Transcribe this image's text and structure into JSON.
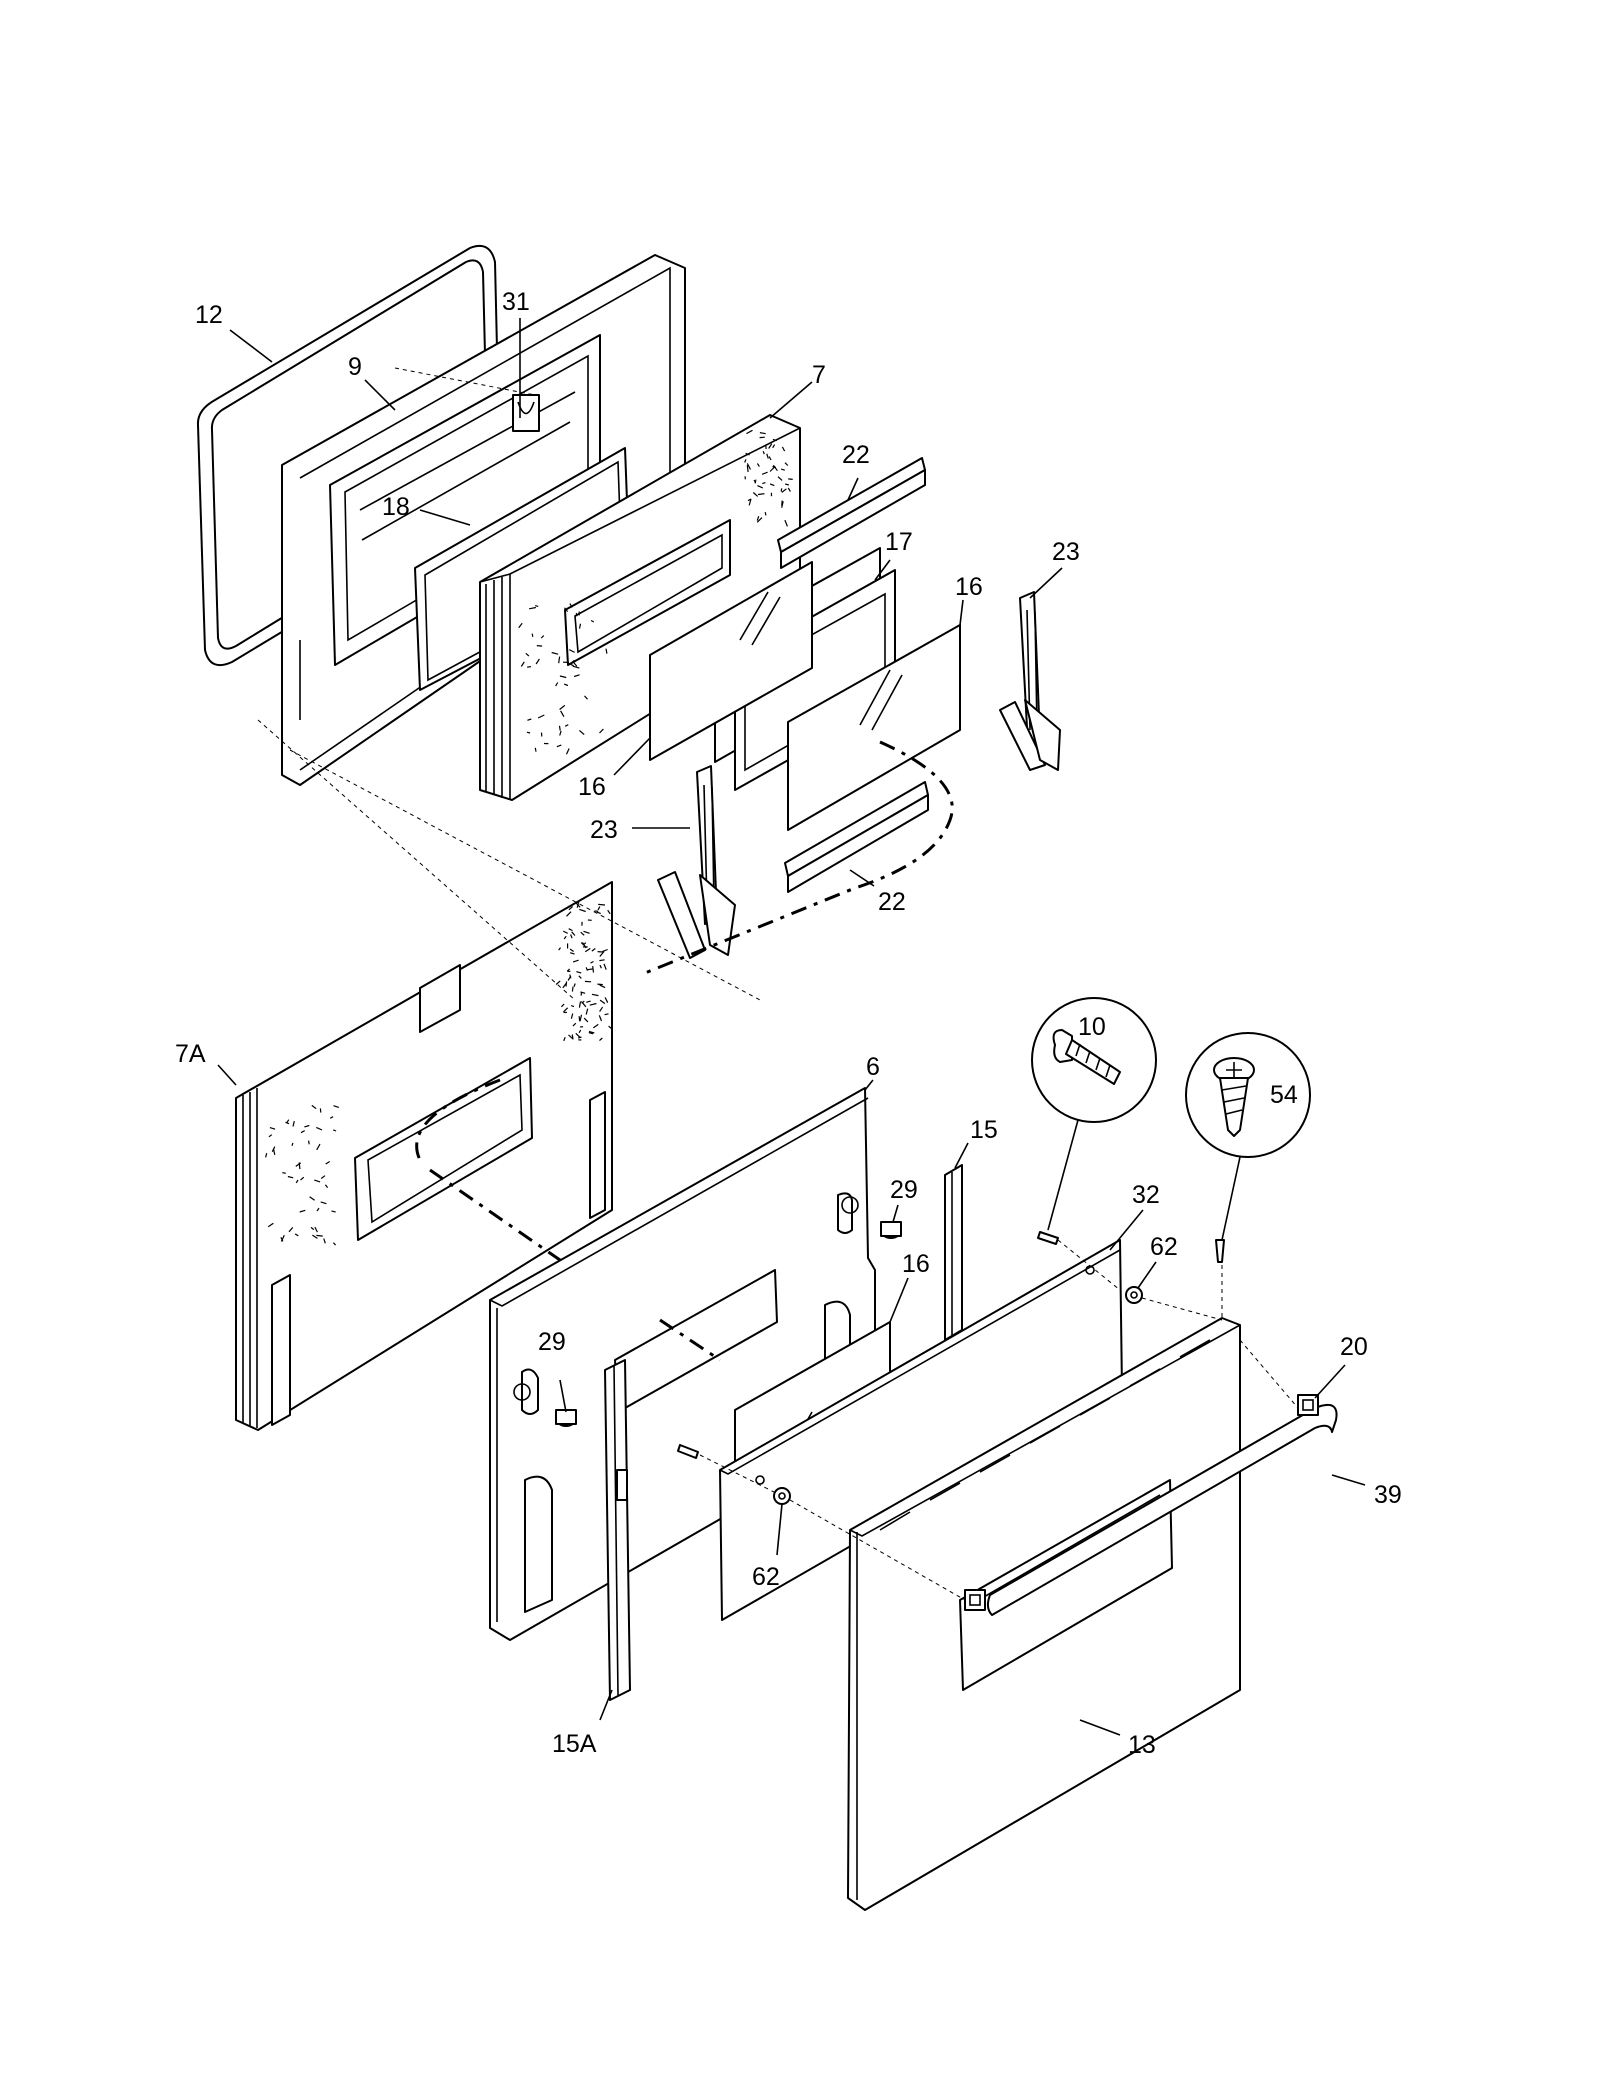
{
  "diagram": {
    "labels": [
      {
        "id": "12",
        "text": "12"
      },
      {
        "id": "31",
        "text": "31"
      },
      {
        "id": "9",
        "text": "9"
      },
      {
        "id": "7",
        "text": "7"
      },
      {
        "id": "18",
        "text": "18"
      },
      {
        "id": "22a",
        "text": "22"
      },
      {
        "id": "17",
        "text": "17"
      },
      {
        "id": "23a",
        "text": "23"
      },
      {
        "id": "16a",
        "text": "16"
      },
      {
        "id": "16b",
        "text": "16"
      },
      {
        "id": "23b",
        "text": "23"
      },
      {
        "id": "22b",
        "text": "22"
      },
      {
        "id": "7A",
        "text": "7A"
      },
      {
        "id": "6",
        "text": "6"
      },
      {
        "id": "10",
        "text": "10"
      },
      {
        "id": "54",
        "text": "54"
      },
      {
        "id": "15",
        "text": "15"
      },
      {
        "id": "29a",
        "text": "29"
      },
      {
        "id": "32",
        "text": "32"
      },
      {
        "id": "62a",
        "text": "62"
      },
      {
        "id": "16c",
        "text": "16"
      },
      {
        "id": "29b",
        "text": "29"
      },
      {
        "id": "20",
        "text": "20"
      },
      {
        "id": "39",
        "text": "39"
      },
      {
        "id": "62b",
        "text": "62"
      },
      {
        "id": "15A",
        "text": "15A"
      },
      {
        "id": "13",
        "text": "13"
      }
    ]
  }
}
